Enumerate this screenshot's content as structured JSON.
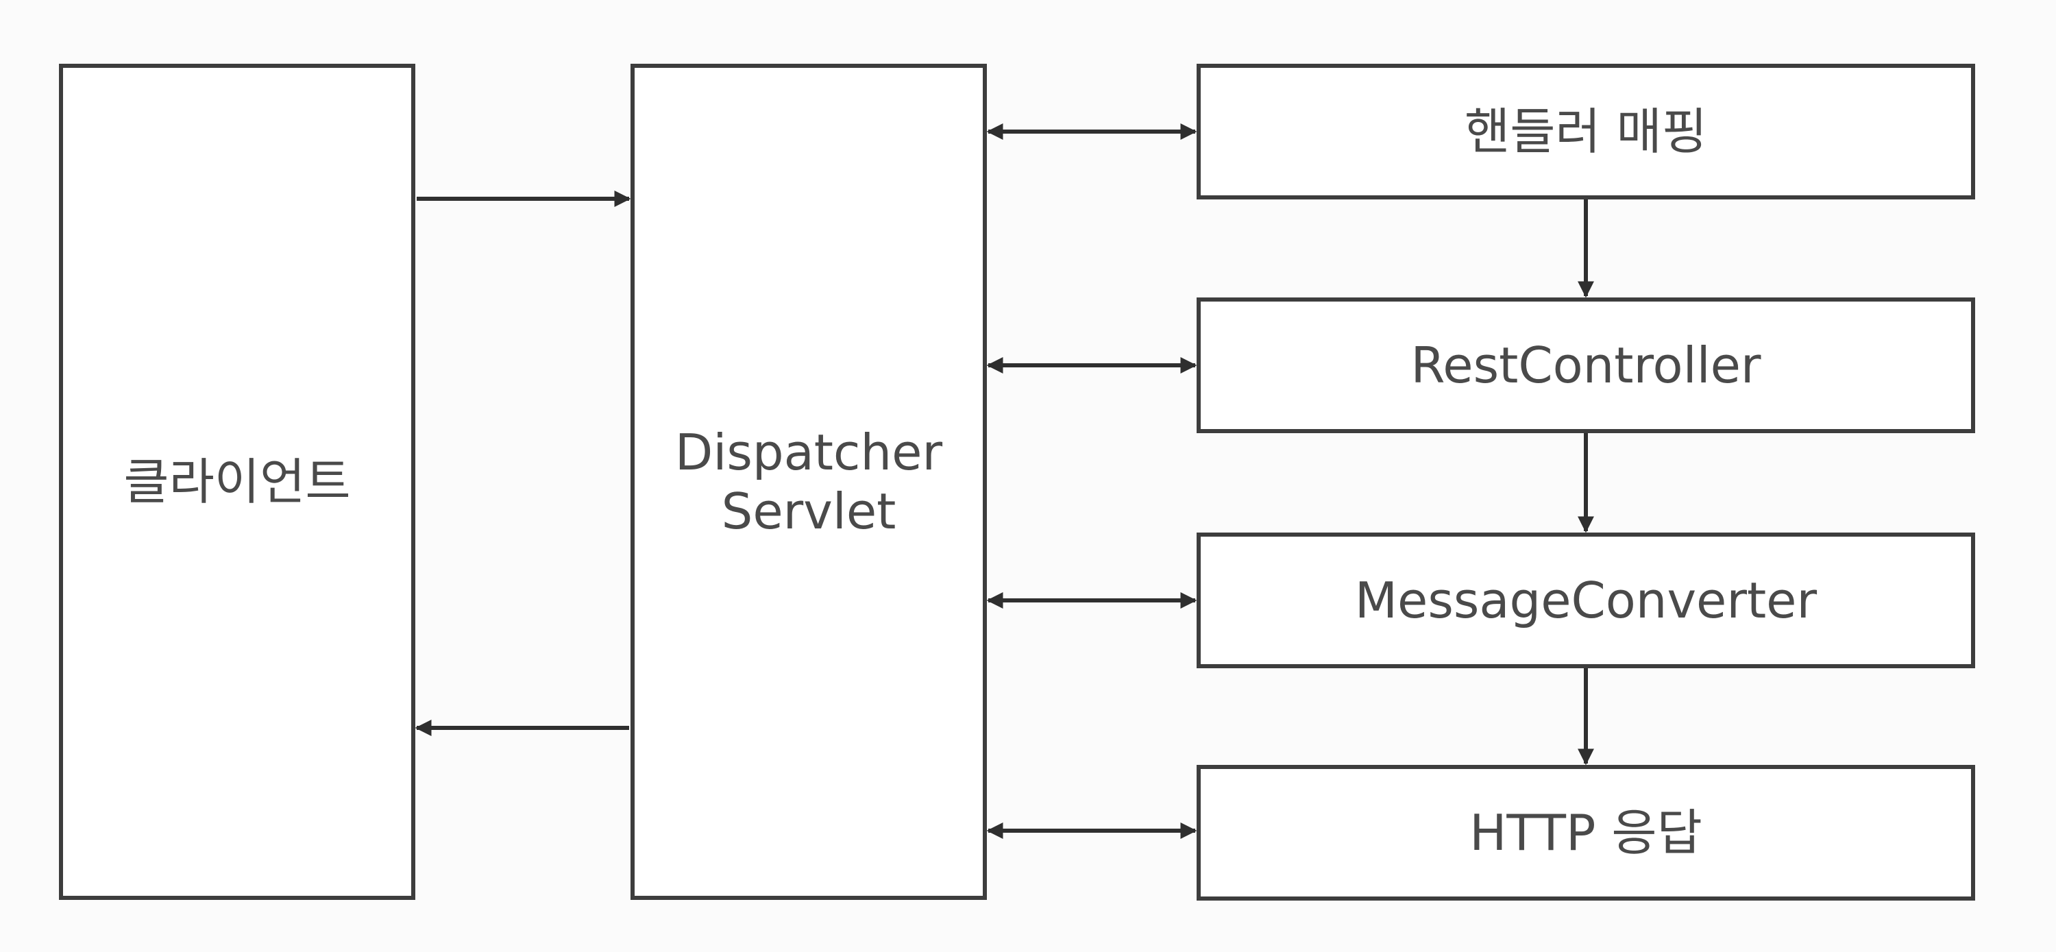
{
  "diagram": {
    "client": {
      "label": "클라이언트"
    },
    "dispatcher": {
      "line1": "Dispatcher",
      "line2": "Servlet"
    },
    "components": [
      {
        "label": "핸들러 매핑"
      },
      {
        "label": "RestController"
      },
      {
        "label": "MessageConverter"
      },
      {
        "label": "HTTP 응답"
      }
    ]
  },
  "colors": {
    "border": "#3d3d3d",
    "text": "#4a4a4a",
    "background": "#fbfbfb"
  }
}
